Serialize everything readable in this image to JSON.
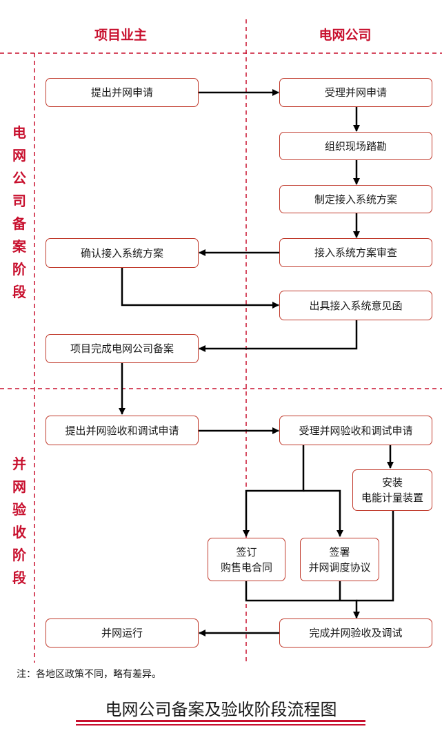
{
  "columns": {
    "left": "项目业主",
    "right": "电网公司"
  },
  "stages": [
    {
      "chars": [
        "电",
        "网",
        "公",
        "司",
        "备",
        "案",
        "阶",
        "段"
      ]
    },
    {
      "chars": [
        "并",
        "网",
        "验",
        "收",
        "阶",
        "段"
      ]
    }
  ],
  "boxes": {
    "b1": {
      "lines": [
        "提出并网申请"
      ]
    },
    "b2": {
      "lines": [
        "受理并网申请"
      ]
    },
    "b3": {
      "lines": [
        "组织现场踏勘"
      ]
    },
    "b4": {
      "lines": [
        "制定接入系统方案"
      ]
    },
    "b5": {
      "lines": [
        "接入系统方案审查"
      ]
    },
    "b6": {
      "lines": [
        "确认接入系统方案"
      ]
    },
    "b7": {
      "lines": [
        "出具接入系统意见函"
      ]
    },
    "b8": {
      "lines": [
        "项目完成电网公司备案"
      ]
    },
    "b9": {
      "lines": [
        "提出并网验收和调试申请"
      ]
    },
    "b10": {
      "lines": [
        "受理并网验收和调试申请"
      ]
    },
    "b11": {
      "lines": [
        "安装",
        "电能计量装置"
      ]
    },
    "b12": {
      "lines": [
        "签订",
        "购售电合同"
      ]
    },
    "b13": {
      "lines": [
        "签署",
        "并网调度协议"
      ]
    },
    "b14": {
      "lines": [
        "完成并网验收及调试"
      ]
    },
    "b15": {
      "lines": [
        "并网运行"
      ]
    }
  },
  "note": "注：各地区政策不同，略有差异。",
  "title": "电网公司备案及验收阶段流程图",
  "colors": {
    "accent": "#c8102e",
    "border": "#c0392b",
    "arrow": "#000000"
  }
}
